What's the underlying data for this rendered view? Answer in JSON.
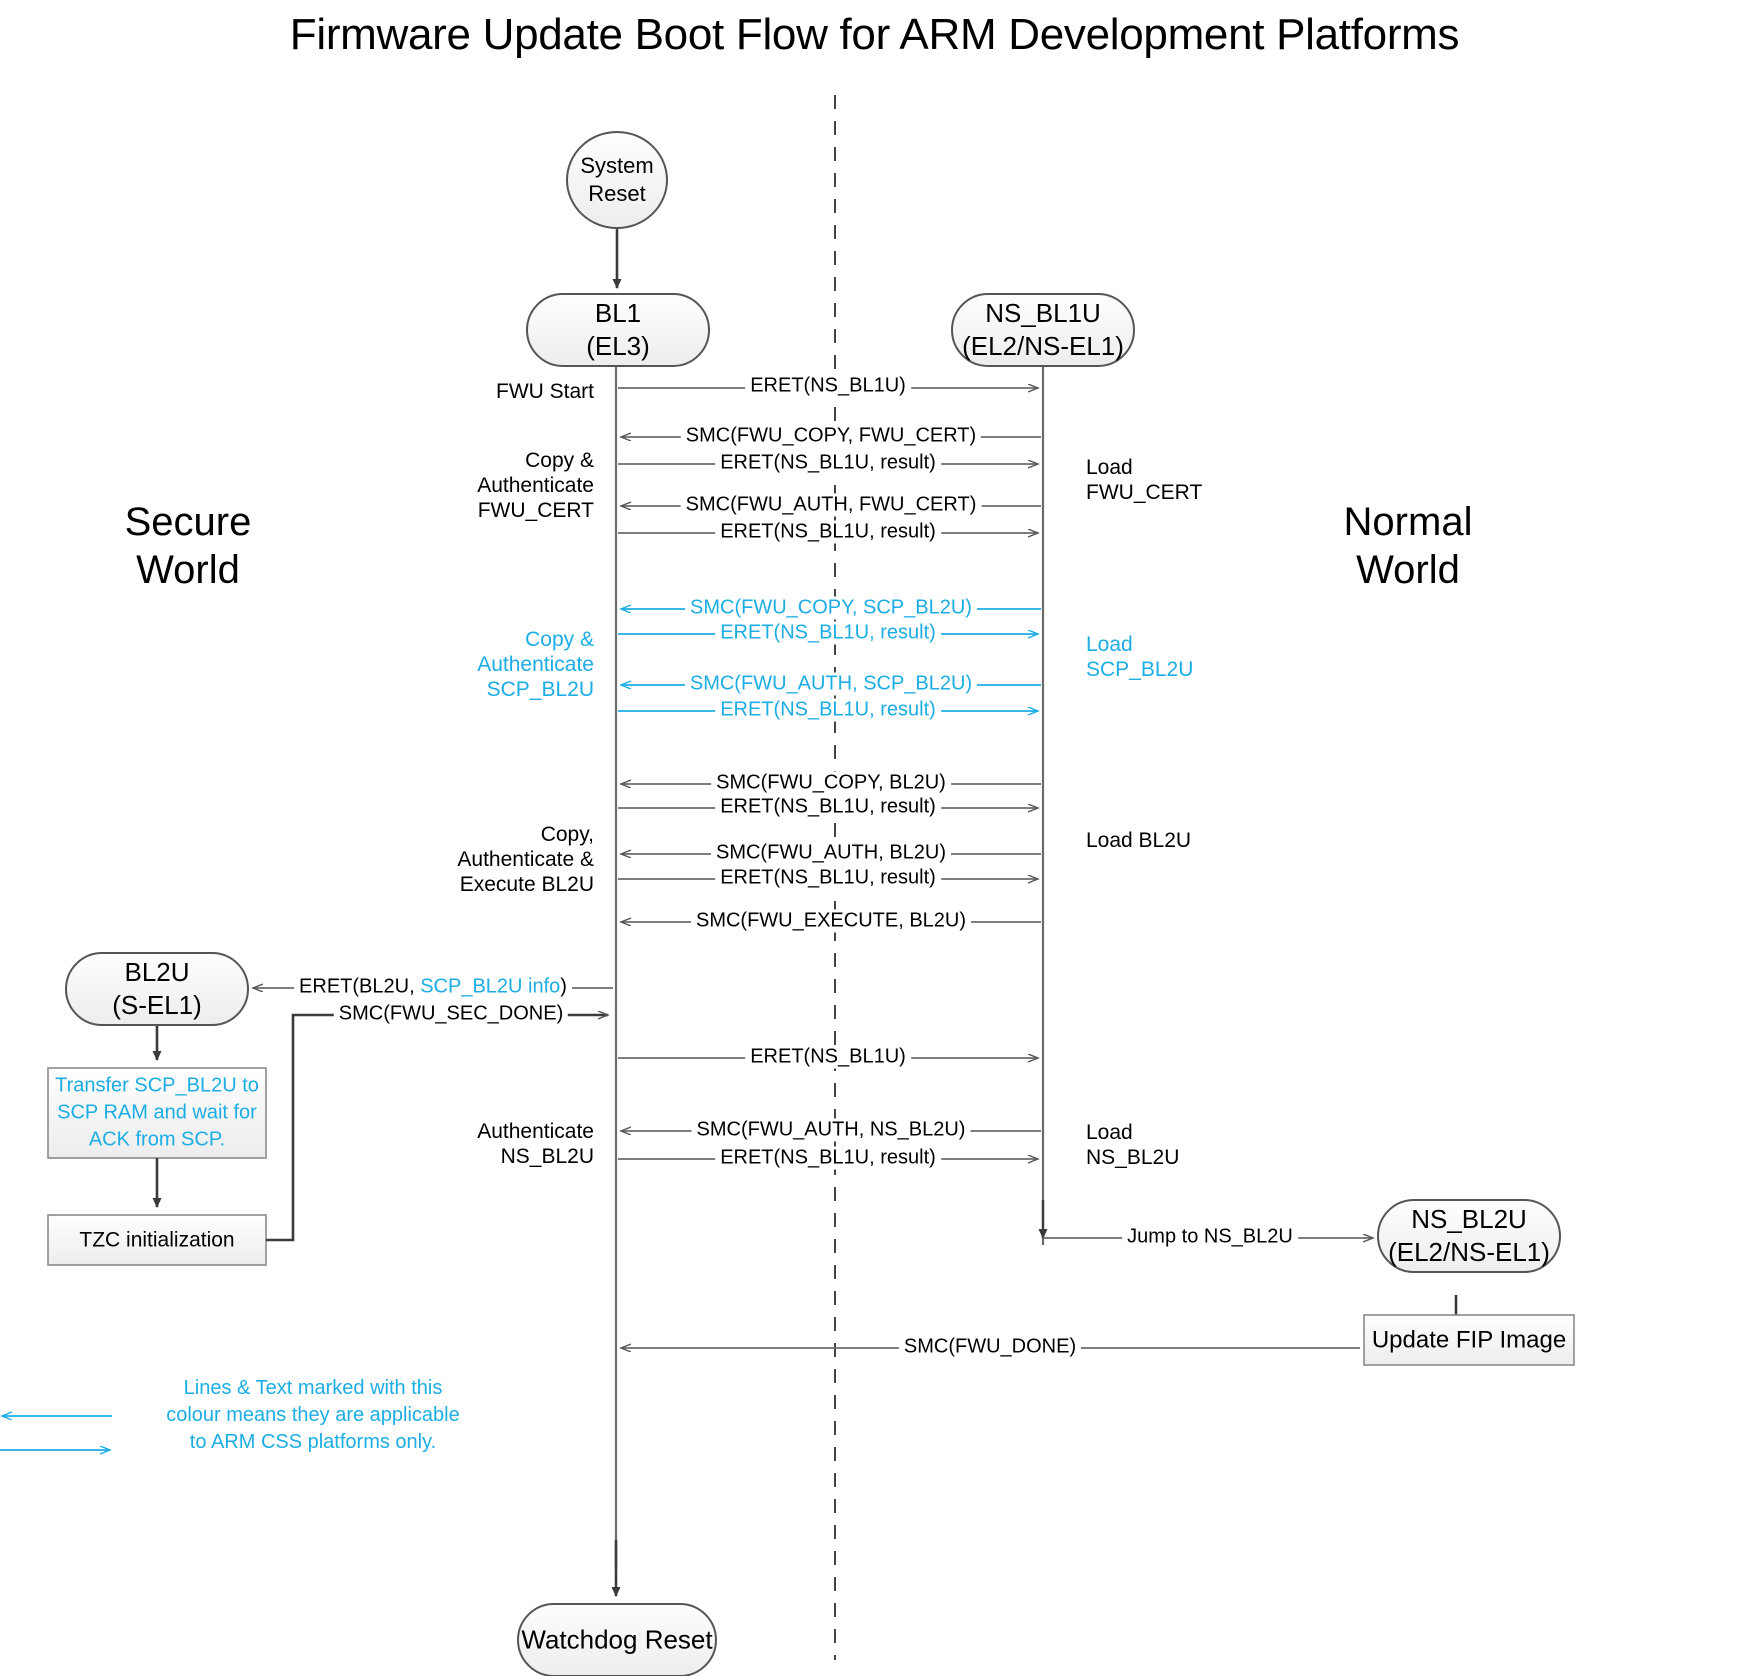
{
  "title": "Firmware Update Boot Flow for ARM Development Platforms",
  "colors": {
    "accent_cyan": "#1CADE4",
    "line_black": "#3b3b3b",
    "node_fill": "#f4f4f4",
    "text_black": "#000000"
  },
  "world_labels": {
    "secure": "Secure\nWorld",
    "normal": "Normal\nWorld"
  },
  "nodes": {
    "system_reset": "System\nReset",
    "bl1": "BL1\n(EL3)",
    "ns_bl1u": "NS_BL1U\n(EL2/NS-EL1)",
    "bl2u": "BL2U\n(S-EL1)",
    "ns_bl2u": "NS_BL2U\n(EL2/NS-EL1)",
    "watchdog_reset": "Watchdog Reset"
  },
  "boxes": {
    "transfer_scp": "Transfer SCP_BL2U to\nSCP RAM and wait for\nACK from SCP.",
    "tzc_init": "TZC initialization",
    "update_fip": "Update FIP Image"
  },
  "left_labels": [
    {
      "text": "FWU Start",
      "cyan": false
    },
    {
      "text": "Copy &\nAuthenticate\nFWU_CERT",
      "cyan": false
    },
    {
      "text": "Copy &\nAuthenticate\nSCP_BL2U",
      "cyan": true
    },
    {
      "text": "Copy,\nAuthenticate &\nExecute BL2U",
      "cyan": false
    },
    {
      "text": "Authenticate\nNS_BL2U",
      "cyan": false
    }
  ],
  "right_labels": [
    {
      "text": "Load\nFWU_CERT",
      "cyan": false
    },
    {
      "text": "Load\nSCP_BL2U",
      "cyan": true
    },
    {
      "text": "Load BL2U",
      "cyan": false
    },
    {
      "text": "Load\nNS_BL2U",
      "cyan": false
    }
  ],
  "messages": [
    {
      "text": "ERET(NS_BL1U)",
      "cyan": false,
      "dir": "right"
    },
    {
      "text": "SMC(FWU_COPY, FWU_CERT)",
      "cyan": false,
      "dir": "left"
    },
    {
      "text": "ERET(NS_BL1U, result)",
      "cyan": false,
      "dir": "right"
    },
    {
      "text": "SMC(FWU_AUTH, FWU_CERT)",
      "cyan": false,
      "dir": "left"
    },
    {
      "text": "ERET(NS_BL1U, result)",
      "cyan": false,
      "dir": "right"
    },
    {
      "text": "SMC(FWU_COPY, SCP_BL2U)",
      "cyan": true,
      "dir": "left"
    },
    {
      "text": "ERET(NS_BL1U, result)",
      "cyan": true,
      "dir": "right"
    },
    {
      "text": "SMC(FWU_AUTH, SCP_BL2U)",
      "cyan": true,
      "dir": "left"
    },
    {
      "text": "ERET(NS_BL1U, result)",
      "cyan": true,
      "dir": "right"
    },
    {
      "text": "SMC(FWU_COPY, BL2U)",
      "cyan": false,
      "dir": "left"
    },
    {
      "text": "ERET(NS_BL1U, result)",
      "cyan": false,
      "dir": "right"
    },
    {
      "text": "SMC(FWU_AUTH, BL2U)",
      "cyan": false,
      "dir": "left"
    },
    {
      "text": "ERET(NS_BL1U, result)",
      "cyan": false,
      "dir": "right"
    },
    {
      "text": "SMC(FWU_EXECUTE, BL2U)",
      "cyan": false,
      "dir": "left"
    },
    {
      "text": "ERET(NS_BL1U)",
      "cyan": false,
      "dir": "right"
    },
    {
      "text": "SMC(FWU_AUTH, NS_BL2U)",
      "cyan": false,
      "dir": "left"
    },
    {
      "text": "ERET(NS_BL1U, result)",
      "cyan": false,
      "dir": "right"
    },
    {
      "text": "Jump to NS_BL2U",
      "cyan": false,
      "dir": "right"
    },
    {
      "text": "SMC(FWU_DONE)",
      "cyan": false,
      "dir": "left"
    },
    {
      "text": "SMC(FWU_SEC_DONE)",
      "cyan": false,
      "dir": "right"
    }
  ],
  "eret_bl2u": {
    "prefix": "ERET(BL2U, ",
    "cyan_part": "SCP_BL2U info",
    "suffix": ")"
  },
  "legend": {
    "text": "Lines & Text marked with this\ncolour means they are applicable\nto ARM CSS platforms only."
  }
}
